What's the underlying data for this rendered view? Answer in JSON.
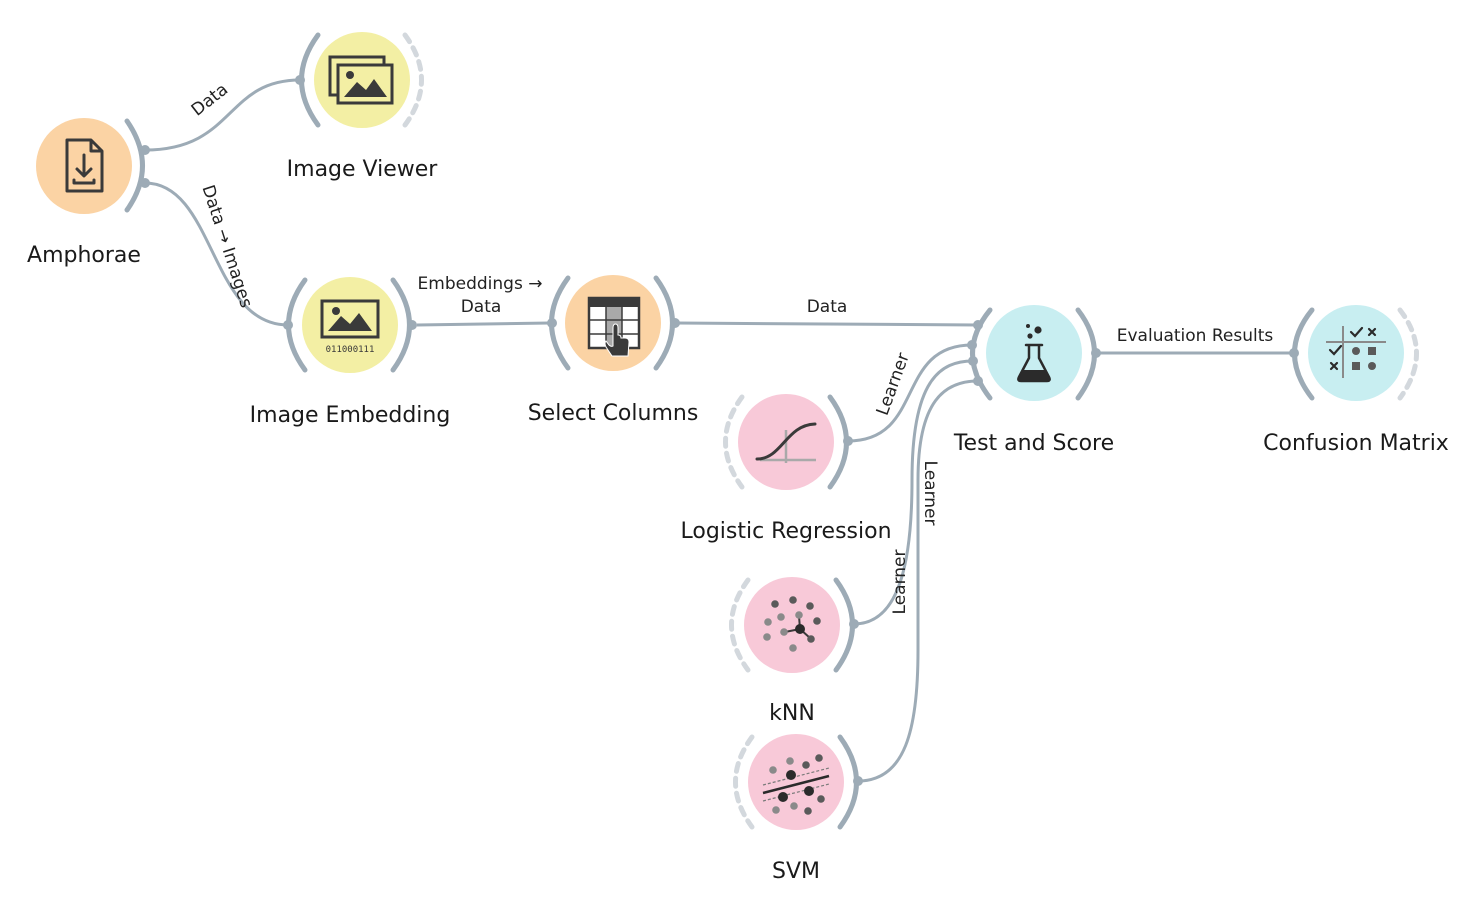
{
  "colors": {
    "link": "#9dabb6",
    "data_widget": "#fbd3a4",
    "image_widget": "#f3efa4",
    "model_widget": "#f8c9d8",
    "evaluate_widget": "#c8eef1",
    "icon": "#3a3a3a"
  },
  "widgets": [
    {
      "id": "amphorae",
      "label": "Amphorae",
      "icon": "file-download-icon",
      "category": "data"
    },
    {
      "id": "image_viewer",
      "label": "Image Viewer",
      "icon": "image-gallery-icon",
      "category": "image"
    },
    {
      "id": "image_embedding",
      "label": "Image Embedding",
      "icon": "image-embedding-icon",
      "category": "image"
    },
    {
      "id": "select_columns",
      "label": "Select Columns",
      "icon": "select-columns-icon",
      "category": "data"
    },
    {
      "id": "logistic_regression",
      "label": "Logistic Regression",
      "icon": "sigmoid-curve-icon",
      "category": "model"
    },
    {
      "id": "knn",
      "label": "kNN",
      "icon": "knn-icon",
      "category": "model"
    },
    {
      "id": "svm",
      "label": "SVM",
      "icon": "svm-icon",
      "category": "model"
    },
    {
      "id": "test_and_score",
      "label": "Test and Score",
      "icon": "flask-icon",
      "category": "evaluate"
    },
    {
      "id": "confusion_matrix",
      "label": "Confusion Matrix",
      "icon": "confusion-matrix-icon",
      "category": "evaluate"
    }
  ],
  "links": [
    {
      "id": "amphorae_to_viewer",
      "label": "Data"
    },
    {
      "id": "amphorae_to_embedding",
      "label": "Data → Images"
    },
    {
      "id": "embedding_to_select",
      "label_line1": "Embeddings →",
      "label_line2": "Data"
    },
    {
      "id": "select_to_test",
      "label": "Data"
    },
    {
      "id": "logreg_to_test",
      "label": "Learner"
    },
    {
      "id": "knn_to_test",
      "label": "Learner"
    },
    {
      "id": "svm_to_test",
      "label": "Learner"
    },
    {
      "id": "test_to_confusion",
      "label": "Evaluation Results"
    }
  ],
  "embedding_icon_text": "011000111"
}
